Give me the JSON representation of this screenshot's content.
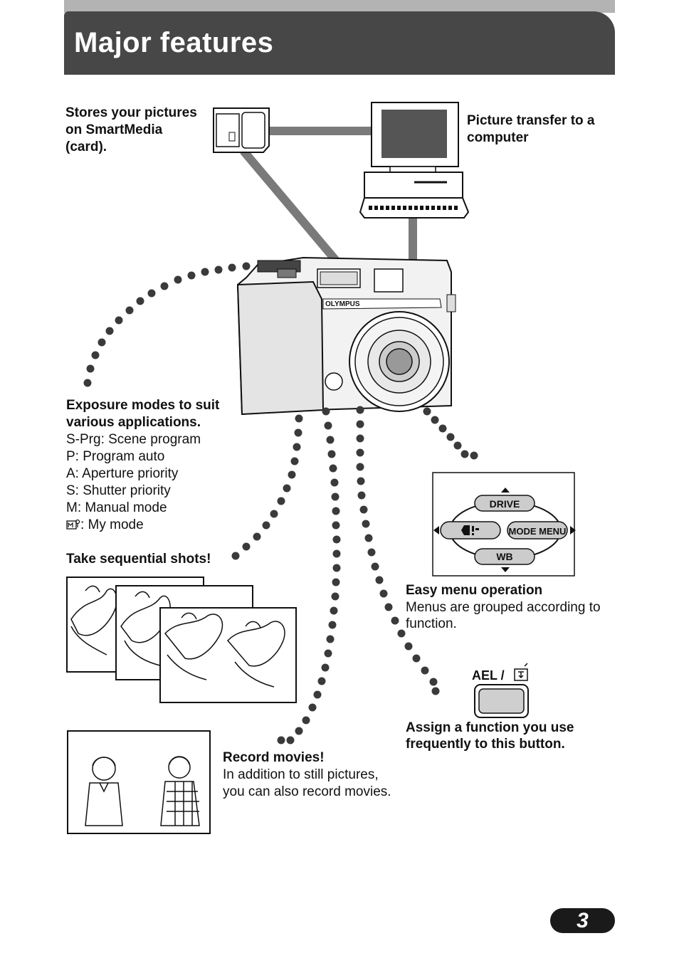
{
  "header": {
    "title": "Major features"
  },
  "smartmedia": {
    "line1": "Stores your pictures",
    "line2": "on SmartMedia",
    "line3": "(card)."
  },
  "transfer": {
    "line1": "Picture transfer to a",
    "line2": "computer"
  },
  "camera": {
    "brand": "OLYMPUS"
  },
  "exposure": {
    "heading1": "Exposure modes to suit",
    "heading2": "various applications.",
    "modes": [
      "S-Prg: Scene program",
      "P: Program auto",
      "A: Aperture priority",
      "S: Shutter priority",
      "M: Manual mode",
      ": My mode"
    ]
  },
  "sequential": {
    "heading": "Take sequential shots!"
  },
  "menu": {
    "buttons": {
      "drive": "DRIVE",
      "mode_menu": "MODE MENU",
      "wb": "WB"
    },
    "heading": "Easy menu operation",
    "line1": "Menus are grouped according to",
    "line2": "function."
  },
  "ael": {
    "label": "AEL /",
    "line1": "Assign a function you use",
    "line2": "frequently to this button."
  },
  "movies": {
    "heading": "Record movies!",
    "line1": "In addition to still pictures,",
    "line2": "you can also record movies."
  },
  "page_number": "3",
  "colors": {
    "header_bg": "#474747",
    "header_strip": "#b3b3b3",
    "connector": "#7a7a7a",
    "dots": "#3a3a3a"
  }
}
